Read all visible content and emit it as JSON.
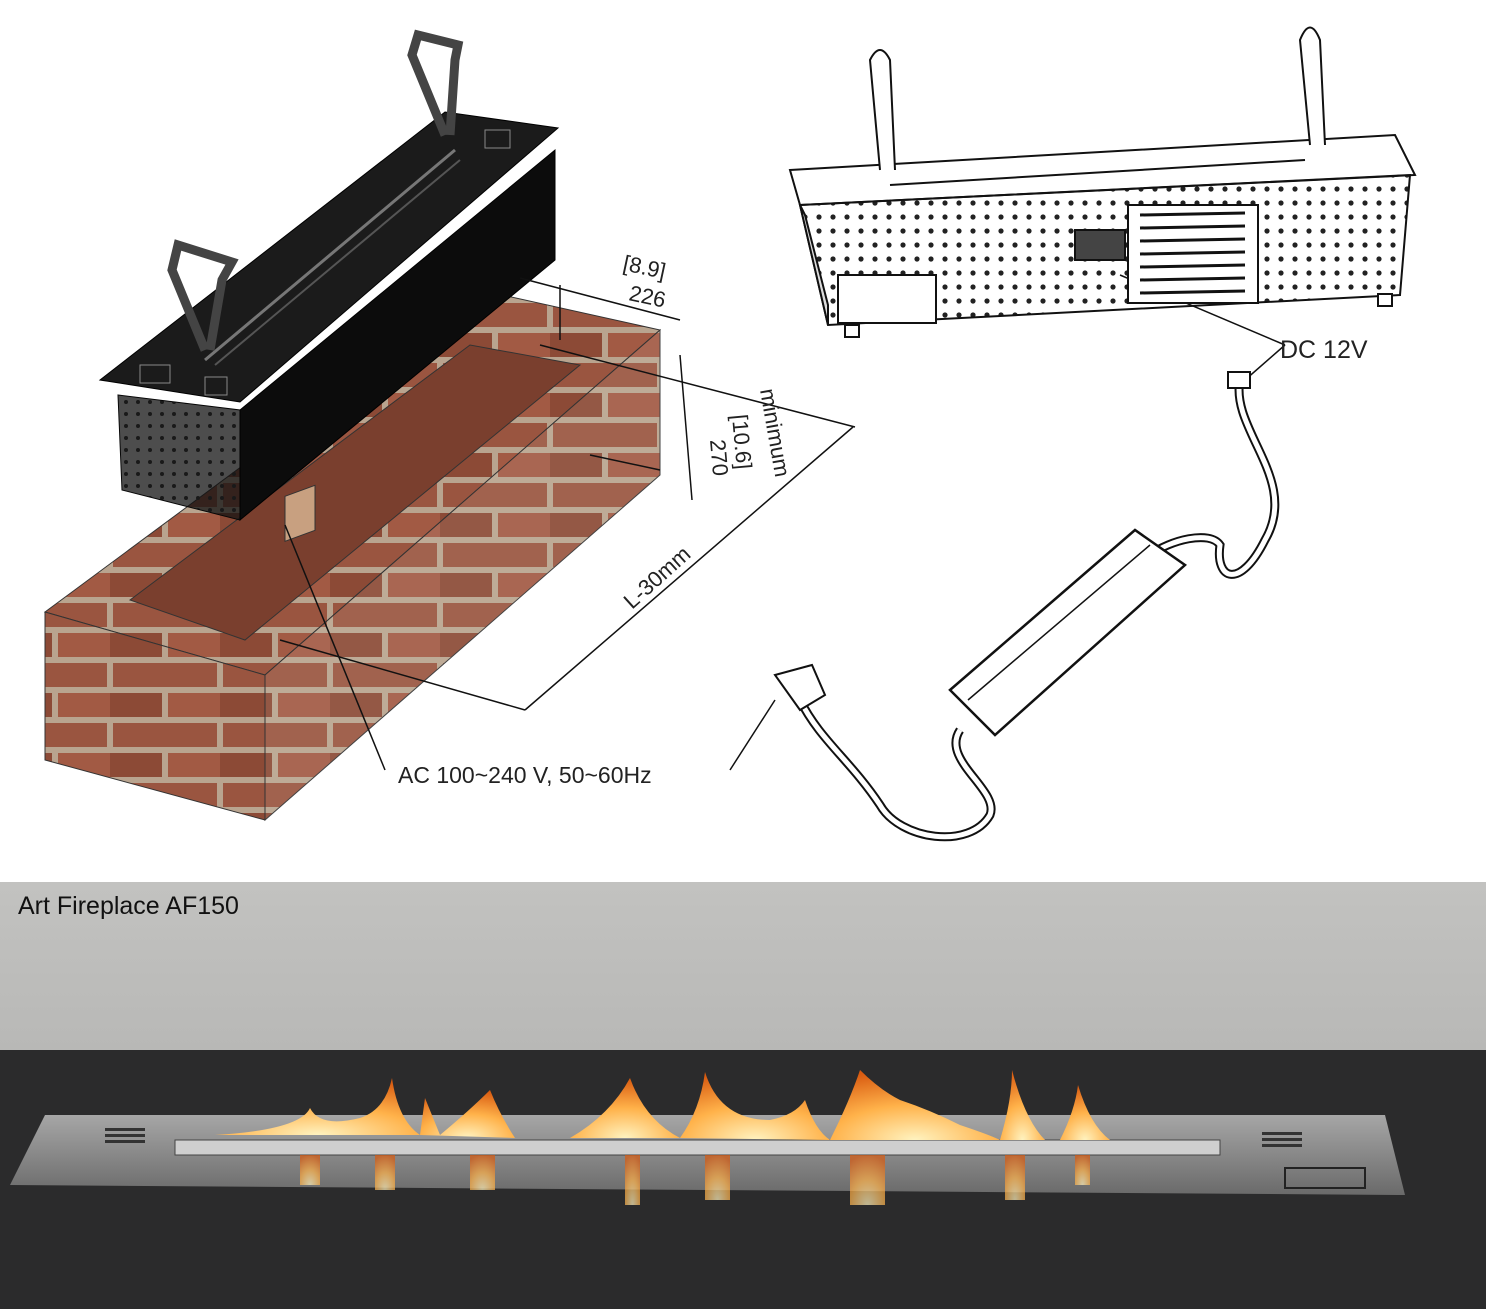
{
  "diagram": {
    "dim_width_in": "[8.9]",
    "dim_width_mm": "226",
    "dim_height_note": "minimum",
    "dim_height_in": "[10.6]",
    "dim_height_mm": "270",
    "dim_length": "L-30mm",
    "ac_label": "AC 100~240 V, 50~60Hz",
    "dc_label": "DC 12V"
  },
  "photo": {
    "title": "Art Fireplace AF150"
  },
  "colors": {
    "brick": "#8a4a35",
    "mortar": "#b9a48f",
    "burner": "#151515",
    "steel": "#8e8e8e",
    "flame": "#ffb050"
  }
}
